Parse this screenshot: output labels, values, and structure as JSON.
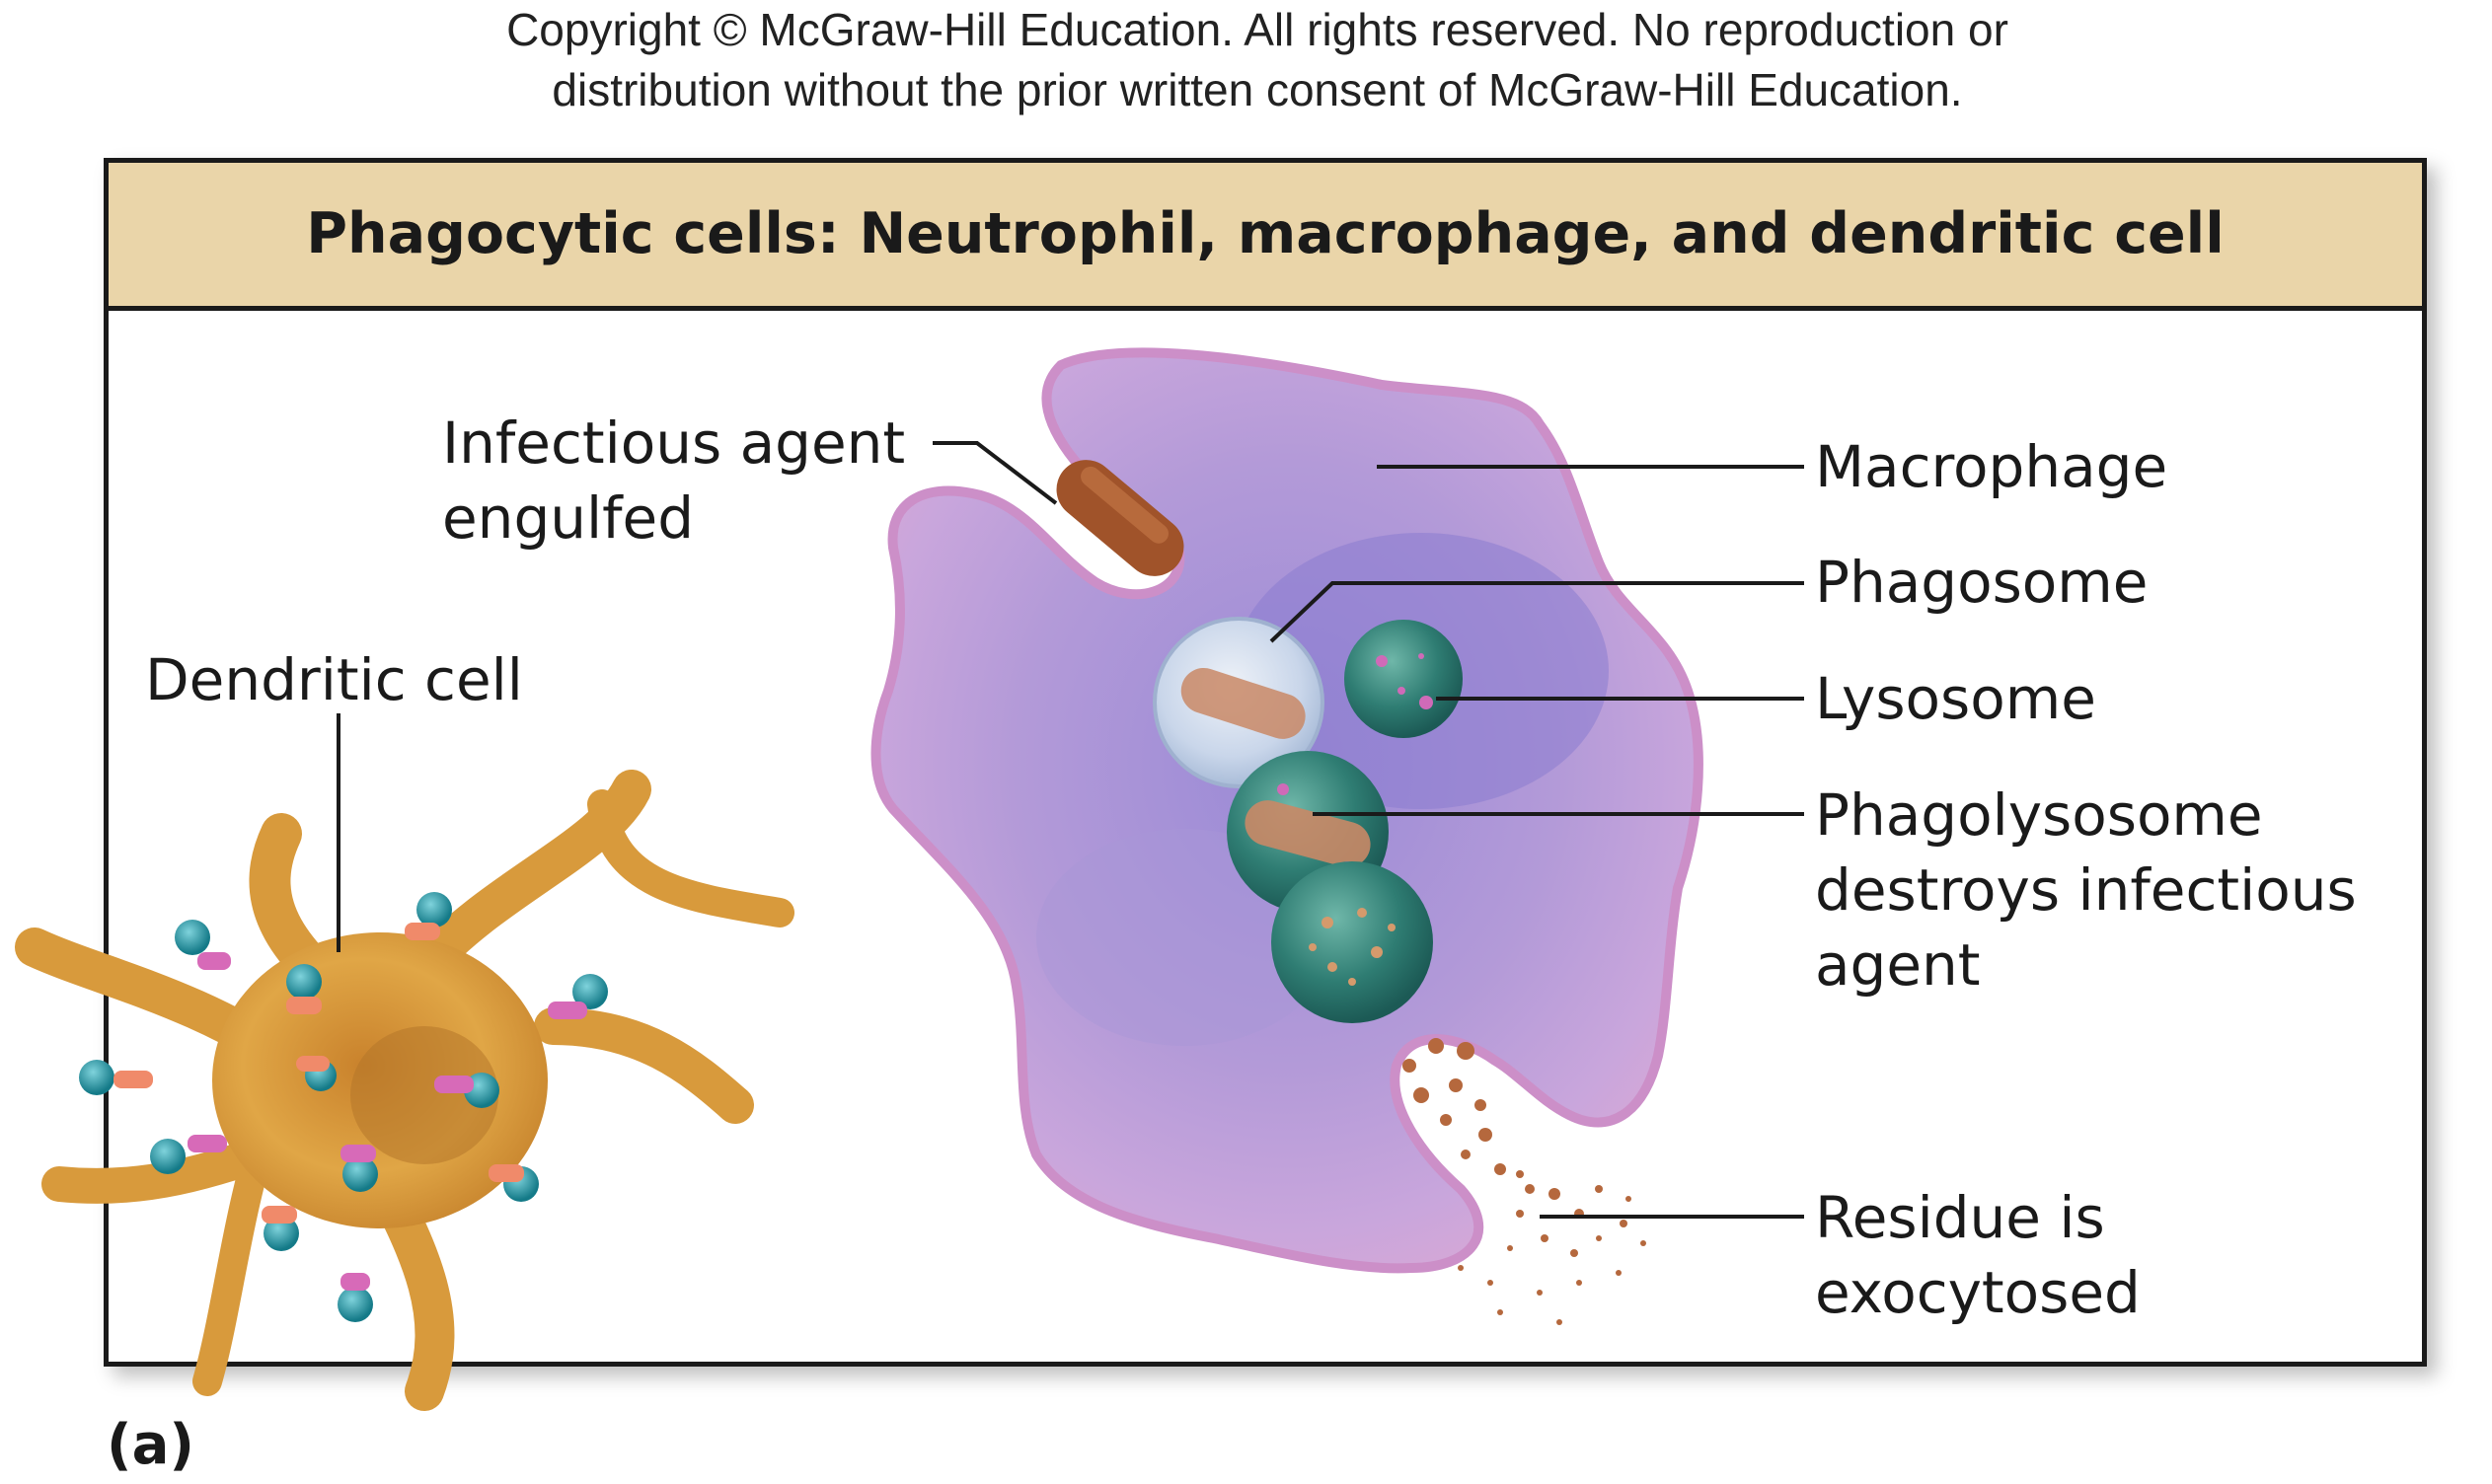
{
  "copyright": {
    "line1": "Copyright © McGraw-Hill Education.  All rights reserved. No reproduction or",
    "line2": "distribution without the prior written consent of  McGraw-Hill Education."
  },
  "panel": {
    "title": "Phagocytic cells: Neutrophil, macrophage, and dendritic cell"
  },
  "labels": {
    "infectious_agent_1": "Infectious agent",
    "infectious_agent_2": "engulfed",
    "dendritic_cell": "Dendritic cell",
    "macrophage": "Macrophage",
    "phagosome": "Phagosome",
    "lysosome": "Lysosome",
    "phagolysosome_1": "Phagolysosome",
    "phagolysosome_2": "destroys infectious",
    "phagolysosome_3": "agent",
    "residue_1": "Residue is",
    "residue_2": "exocytosed"
  },
  "part_label": "(a)",
  "colors": {
    "title_bar": "#ead5a9",
    "macrophage": "#b89ad6",
    "lysosome": "#2f7d73",
    "dendritic_cell": "#d89a3c",
    "receptor_pink": "#d76ab8",
    "receptor_teal": "#1f8f9e",
    "bacterium": "#a0532a"
  }
}
